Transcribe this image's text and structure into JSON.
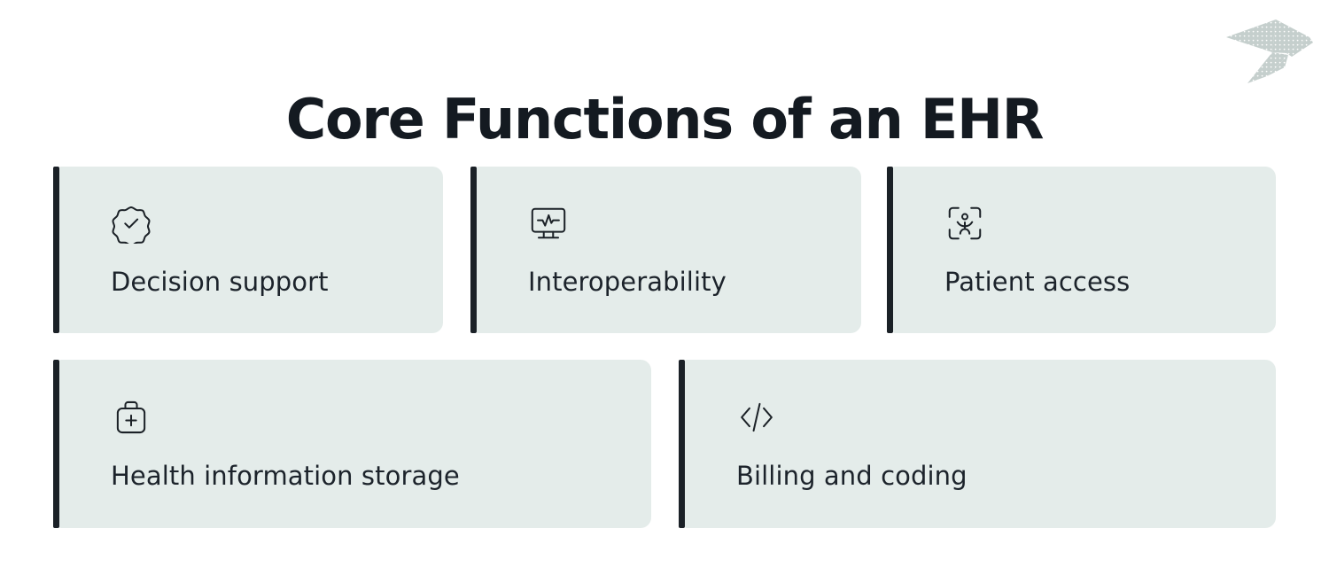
{
  "page": {
    "background_color": "#ffffff",
    "title": "Core Functions of an EHR",
    "title_color": "#141a21"
  },
  "logo": {
    "name": "origami-bird-logo",
    "color": "#c9d2d0"
  },
  "cards": {
    "accent_bar_color": "#1b2127",
    "body_color": "#e4ecea",
    "label_color": "#1c232b",
    "items": [
      {
        "label": "Decision support",
        "icon": "badge-check-icon"
      },
      {
        "label": "Interoperability",
        "icon": "monitor-heartbeat-icon"
      },
      {
        "label": "Patient access",
        "icon": "person-scan-frame-icon"
      },
      {
        "label": "Health information storage",
        "icon": "medical-briefcase-plus-icon"
      },
      {
        "label": "Billing and coding",
        "icon": "code-brackets-icon",
        "glyph": "〈/〉"
      }
    ]
  }
}
